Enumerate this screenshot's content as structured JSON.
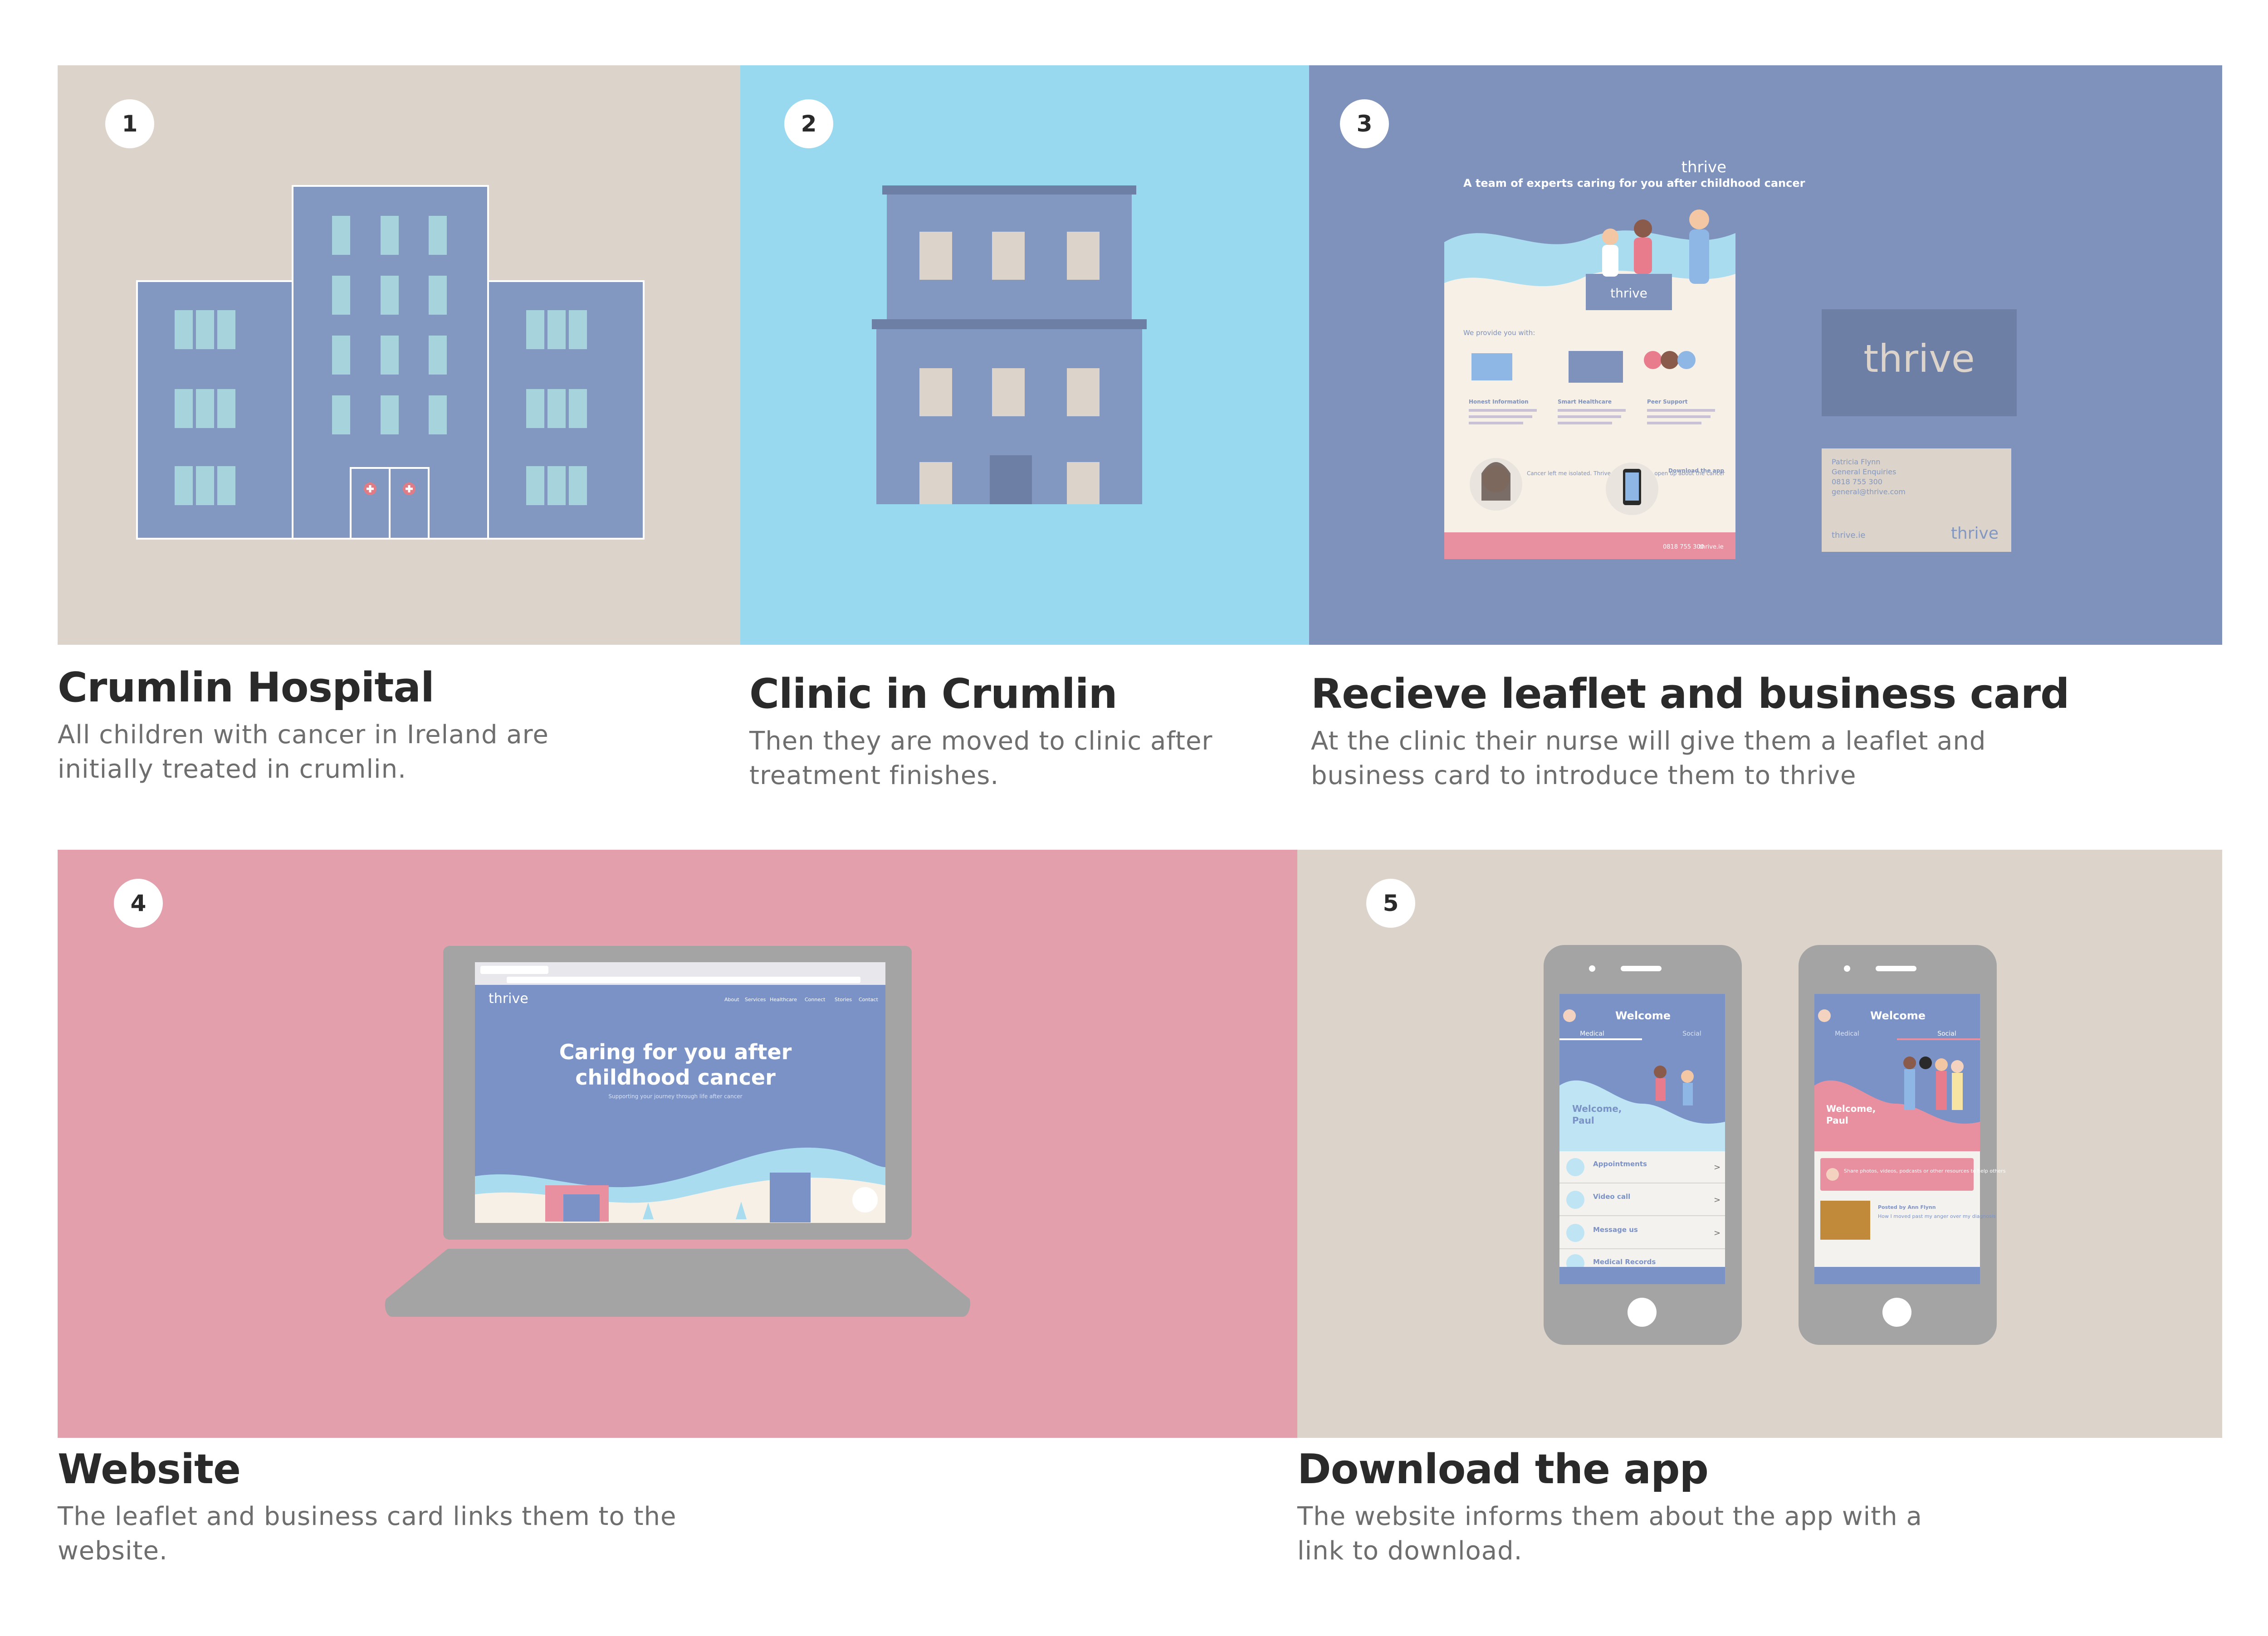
{
  "colors": {
    "beige": "#dcd3ca",
    "sky": "#99d9f0",
    "slate": "#7e92bb",
    "pink": "#e49fac",
    "building": "#8298c0",
    "window": "#a7d3dc",
    "grey": "#a4a4a4",
    "dark_text": "#2a2a2a",
    "grey_text": "#6e6e6e"
  },
  "steps": [
    {
      "number": "1",
      "title": "Crumlin Hospital",
      "text": "All children with cancer in Ireland are initially treated in crumlin."
    },
    {
      "number": "2",
      "title": "Clinic in Crumlin",
      "text": "Then they are moved to clinic after treatment finishes."
    },
    {
      "number": "3",
      "title": "Recieve leaflet and business card",
      "text": "At the clinic their nurse will give them a leaflet and business card to introduce them to thrive"
    },
    {
      "number": "4",
      "title": "Website",
      "text": "The leaflet and business card links them to the website."
    },
    {
      "number": "5",
      "title": "Download the app",
      "text": "The website informs them about the app with a link to download."
    }
  ],
  "leaflet": {
    "brand": "thrive",
    "headline": "A team of experts caring for you after childhood cancer",
    "provide": "We provide you with:",
    "features": [
      "Honest Information",
      "Smart Healthcare",
      "Peer Support"
    ],
    "quote": "Cancer left me isolated. Thrive has helped me open up about the cancer",
    "download": "Download the app",
    "footer_phone": "0818 755 300",
    "footer_url": "thrive.ie"
  },
  "card": {
    "brand": "thrive",
    "name": "Patricia Flynn",
    "role": "General Enquiries",
    "phone": "0818 755 300",
    "email": "general@thrive.com",
    "url": "thrive.ie"
  },
  "website": {
    "brand": "thrive",
    "nav": [
      "About",
      "Services",
      "Healthcare",
      "Connect",
      "Stories",
      "Contact"
    ],
    "headline_1": "Caring for you after",
    "headline_2": "childhood cancer",
    "subline": "Supporting your journey through life after cancer"
  },
  "app_medical": {
    "title": "Welcome",
    "tabs": [
      "Medical",
      "Social"
    ],
    "greeting_1": "Welcome,",
    "greeting_2": "Paul",
    "items": [
      "Appointments",
      "Video call",
      "Message us",
      "Medical Records"
    ]
  },
  "app_social": {
    "title": "Welcome",
    "tabs": [
      "Medical",
      "Social"
    ],
    "greeting_1": "Welcome,",
    "greeting_2": "Paul",
    "share": "Share photos, videos, podcasts or other resources to help others",
    "post_author": "Posted by Ann Flynn",
    "post_text": "How I moved past my anger over my diagnosis"
  }
}
